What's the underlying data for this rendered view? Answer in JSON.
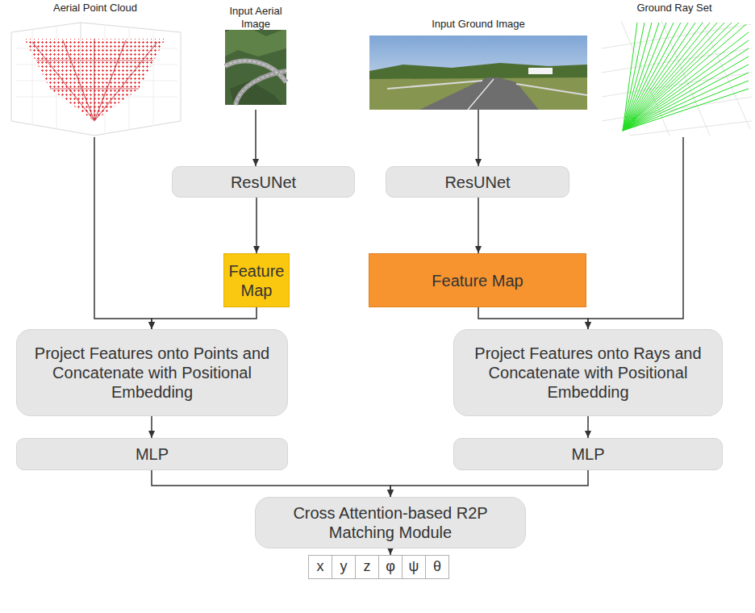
{
  "diagram": {
    "nodes": [
      {
        "text": [
          "Aerial Point Cloud"
        ]
      },
      {
        "text": [
          "Input Aerial Image"
        ]
      },
      {
        "text": [
          "Input Ground Image"
        ]
      },
      {
        "text": [
          "Ground Ray Set"
        ]
      },
      {
        "text": [
          "ResUNet"
        ]
      },
      {
        "text": [
          "ResUNet"
        ]
      },
      {
        "text": [
          "Feature Map"
        ]
      },
      {
        "text": [
          "Feature Map"
        ]
      },
      {
        "text": [
          "Project Features onto Points and Concatenate with Positional Embedding"
        ]
      },
      {
        "text": [
          "Project Features onto Rays and Concatenate with Positional Embedding"
        ]
      },
      {
        "text": [
          "MLP"
        ]
      },
      {
        "text": [
          "MLP"
        ]
      },
      {
        "text": [
          "Cross Attention-based R2P Matching Module"
        ]
      },
      {
        "text": [
          "x"
        ]
      },
      {
        "text": [
          "y"
        ]
      },
      {
        "text": [
          "z"
        ]
      },
      {
        "text": [
          "φ"
        ]
      },
      {
        "text": [
          "ψ"
        ]
      },
      {
        "text": [
          "θ"
        ]
      }
    ],
    "edges": [
      {
        "from": 1,
        "to": 4,
        "arrow": "to"
      },
      {
        "from": 2,
        "to": 5,
        "arrow": "to"
      },
      {
        "from": 4,
        "to": 6,
        "arrow": "to"
      },
      {
        "from": 5,
        "to": 7,
        "arrow": "to"
      },
      {
        "from": 0,
        "to": 8,
        "arrow": "to"
      },
      {
        "from": 6,
        "to": 8,
        "arrow": "to"
      },
      {
        "from": 7,
        "to": 9,
        "arrow": "to"
      },
      {
        "from": 3,
        "to": 9,
        "arrow": "to"
      },
      {
        "from": 8,
        "to": 10,
        "arrow": "to"
      },
      {
        "from": 9,
        "to": 11,
        "arrow": "to"
      },
      {
        "from": 10,
        "to": 12,
        "arrow": "to"
      },
      {
        "from": 11,
        "to": 12,
        "arrow": "to"
      },
      {
        "from": 12,
        "to": 16,
        "arrow": "to"
      }
    ]
  }
}
